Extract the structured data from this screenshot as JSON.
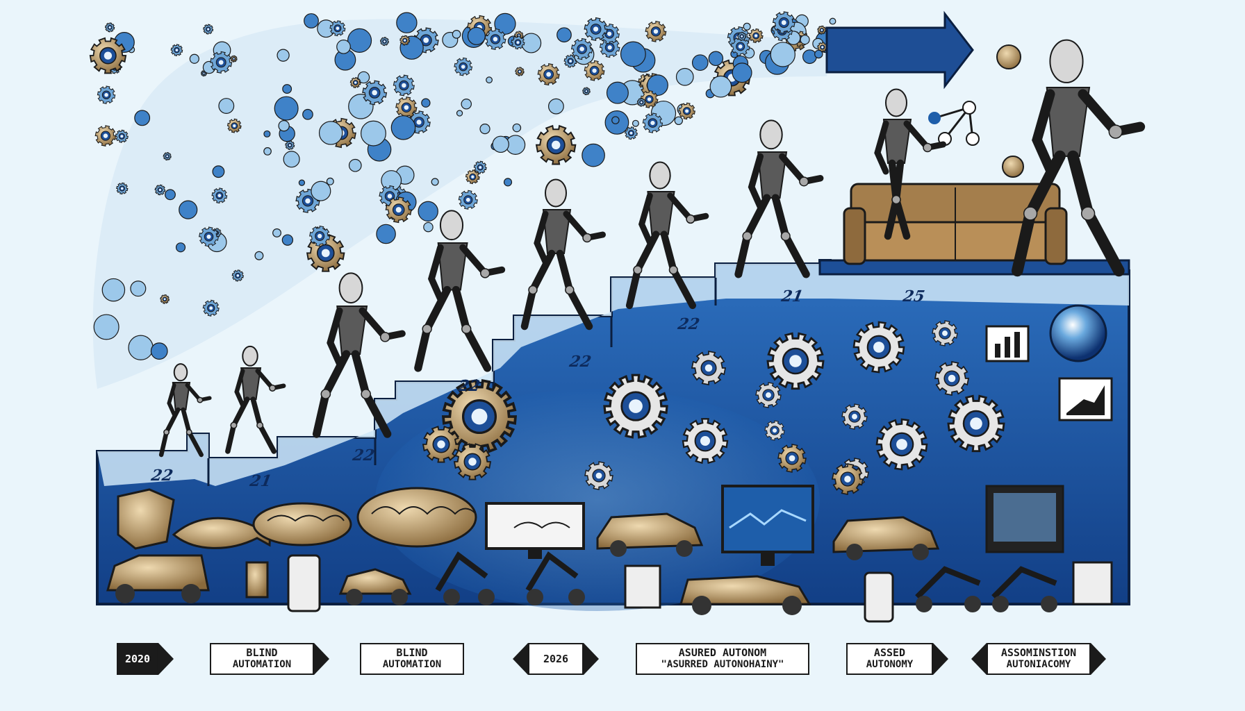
{
  "step_numbers": [
    "22",
    "21",
    "22",
    "22",
    "22",
    "22",
    "21",
    "25"
  ],
  "timeline": [
    {
      "line1": "2020",
      "line2": ""
    },
    {
      "line1": "BLIND",
      "line2": "AUTOMATION"
    },
    {
      "line1": "BLIND",
      "line2": "AUTOMATION"
    },
    {
      "line1": "2026",
      "line2": ""
    },
    {
      "line1": "ASURED AUTONOM",
      "line2": "\"ASURRED AUTONOHAINY\""
    },
    {
      "line1": "ASSED",
      "line2": "AUTONOMY"
    },
    {
      "line1": "ASSOMINSTION",
      "line2": "AUTONIACOMY"
    }
  ],
  "icons": {
    "top_arrow": "right-arrow-icon",
    "gear": "gear-icon",
    "robot": "robot-figure",
    "sofa": "sofa-icon",
    "car": "car-icon",
    "monitor": "monitor-icon",
    "brain": "brain-icon",
    "robot_arm": "robot-arm-icon",
    "chart": "bar-chart-icon",
    "network": "network-graph-icon",
    "lightbulb": "lightbulb-icon"
  },
  "colors": {
    "background": "#eaf5fb",
    "step_blue": "#1f5fae",
    "step_dark": "#0d3170",
    "step_light": "#cfe6f7",
    "gear_bronze": "#b8955f",
    "gear_blue": "#2c79c4",
    "ink": "#1a1a1a"
  }
}
